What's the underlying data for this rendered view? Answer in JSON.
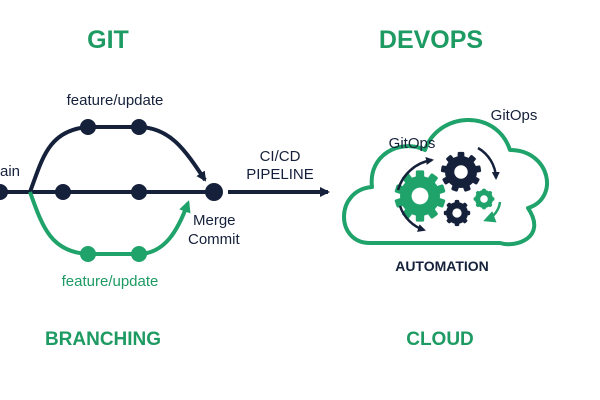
{
  "colors": {
    "navy": "#15213a",
    "green": "#1fa36a",
    "green_text": "#1e9a63",
    "white": "#ffffff"
  },
  "headings": {
    "git": "GIT",
    "devops": "DEVOPS",
    "branching": "BRANCHING",
    "cloud": "CLOUD"
  },
  "git_graph": {
    "main_label": "ain",
    "top_branch_label": "feature/update",
    "bottom_branch_label": "feature/update",
    "merge_label_line1": "Merge",
    "merge_label_line2": "Commit"
  },
  "pipeline": {
    "line1": "CI/CD",
    "line2": "PIPELINE"
  },
  "cloud": {
    "gitops_inside": "GitOps",
    "gitops_outside": "GitOps",
    "automation": "AUTOMATION",
    "icons": [
      "gear-icon",
      "refresh-arrow-icon"
    ]
  }
}
